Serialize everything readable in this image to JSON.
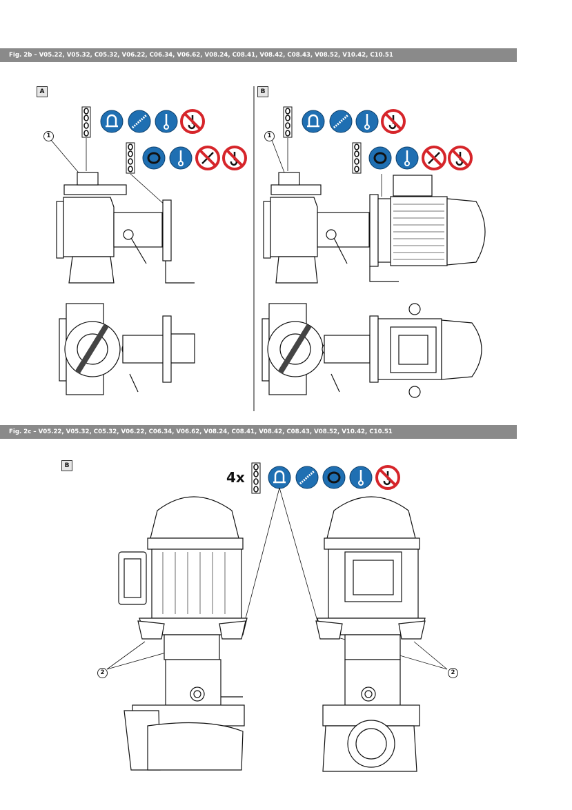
{
  "figures": [
    {
      "title": "Fig. 2b – V05.22, V05.32, C05.32, V06.22, C06.34, V06.62, V08.24, C08.41, V08.42, C08.43, V08.52, V10.42, C10.51",
      "panels": [
        {
          "label": "A",
          "callout": "1"
        },
        {
          "label": "B",
          "callout": "1"
        }
      ]
    },
    {
      "title": "Fig. 2c – V05.22, V05.32, C05.32, V06.22, C06.34, V06.62, V08.24, C08.41, V08.42, C08.43, V08.52, V10.42, C10.51",
      "panels": [
        {
          "label": "B",
          "count": "4x",
          "callout_left": "2",
          "callout_right": "2"
        }
      ]
    }
  ],
  "icons": {
    "allowed": [
      "lifting-chain-icon",
      "shackle-icon",
      "lifting-sling-icon",
      "round-sling-icon",
      "eyebolt-icon"
    ],
    "prohibited": [
      "no-hook-icon",
      "no-sling-icon"
    ]
  },
  "colors": {
    "header_bar": "#8a8a8a",
    "icon_blue": "#1f6fb2",
    "prohibit_red": "#d6252a"
  }
}
